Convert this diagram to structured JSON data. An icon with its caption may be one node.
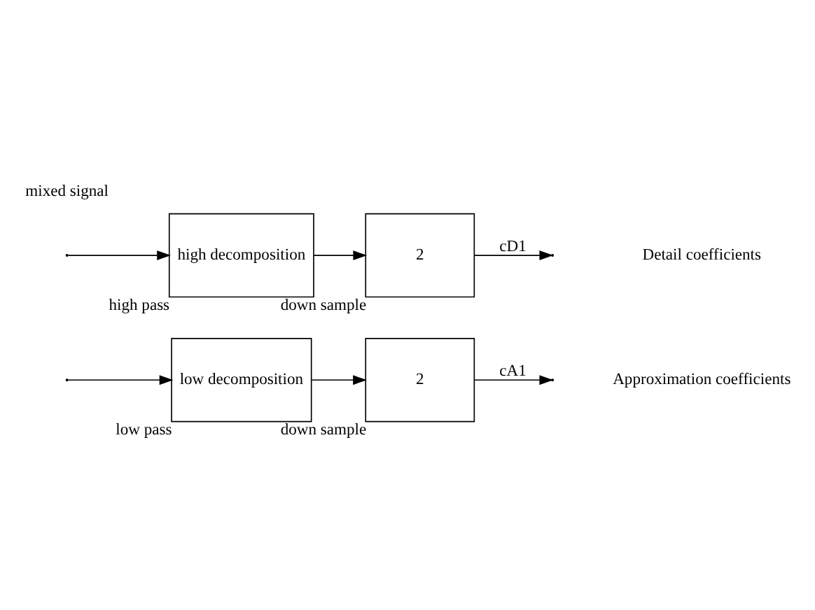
{
  "diagram": {
    "nodes": [
      {
        "text": [
          "low decomposition"
        ],
        "beside": [
          "low pass"
        ]
      },
      {
        "text": [
          "2"
        ],
        "beside": [
          "down sample"
        ]
      },
      {
        "text": [
          "high decomposition"
        ],
        "beside": [
          "high pass"
        ]
      },
      {
        "text": [
          "2"
        ],
        "beside": [
          "down sample"
        ]
      }
    ],
    "edges": [
      {
        "from": null,
        "to": 0,
        "arrow": "to"
      },
      {
        "from": null,
        "to": 2,
        "arrow": "to"
      },
      {
        "from": 0,
        "to": 1,
        "arrow": "to"
      },
      {
        "from": 2,
        "to": 3,
        "arrow": "to"
      },
      {
        "from": 1,
        "to": null,
        "label": "cA1",
        "arrow": "to"
      },
      {
        "from": 3,
        "to": null,
        "label": "cD1",
        "arrow": "to"
      }
    ],
    "labels": [
      "mixed signal",
      "Approximation coefficients",
      "Detail coefficients"
    ]
  }
}
